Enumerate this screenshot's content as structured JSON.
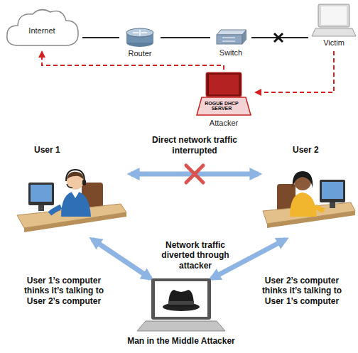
{
  "diagram": {
    "nodes": [
      {
        "text": [
          "Internet"
        ]
      },
      {
        "text": [
          "Router"
        ]
      },
      {
        "text": [
          "Switch"
        ]
      },
      {
        "text": [
          "Victim"
        ]
      },
      {
        "text": [
          "ROGUE DHCP SERVER",
          "Attacker"
        ]
      },
      {
        "text": [
          "User 1"
        ]
      },
      {
        "text": [
          "User 2"
        ]
      },
      {
        "text": [
          "Man in the Middle Attacker"
        ]
      }
    ],
    "edges": [
      {
        "from": 0,
        "to": 1,
        "arrow": "none"
      },
      {
        "from": 1,
        "to": 2,
        "arrow": "none"
      },
      {
        "from": 2,
        "to": 3,
        "arrow": "none"
      },
      {
        "from": 3,
        "to": 4,
        "arrow": "to"
      },
      {
        "from": 4,
        "to": 0,
        "arrow": "to"
      },
      {
        "from": 5,
        "to": 6,
        "label": "Direct network traffic interrupted",
        "arrow": "both"
      },
      {
        "from": 5,
        "to": 7,
        "arrow": "both"
      },
      {
        "from": 6,
        "to": 7,
        "arrow": "both"
      }
    ],
    "labels": [
      "Network traffic diverted through attacker",
      "User 1’s computer thinks it’s talking to User 2’s computer",
      "User 2’s computer thinks it’s talking to User 1’s computer"
    ]
  }
}
